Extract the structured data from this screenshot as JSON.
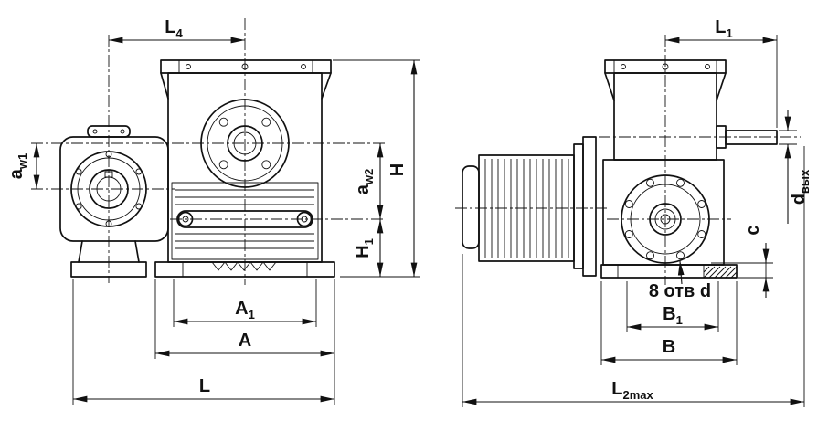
{
  "drawing": {
    "kind": "worm-gear-reducer-dimension-drawing",
    "colors": {
      "line": "#111111",
      "background": "#ffffff"
    }
  },
  "labels": {
    "l4": {
      "main": "L",
      "sub": "4"
    },
    "aw1": {
      "main": "a",
      "sub": "w1"
    },
    "h": {
      "main": "H",
      "sub": ""
    },
    "aw2": {
      "main": "a",
      "sub": "w2"
    },
    "h1": {
      "main": "H",
      "sub": "1"
    },
    "a1": {
      "main": "A",
      "sub": "1"
    },
    "a": {
      "main": "A",
      "sub": ""
    },
    "l": {
      "main": "L",
      "sub": ""
    },
    "l1": {
      "main": "L",
      "sub": "1"
    },
    "dvyh": {
      "main": "d",
      "sub": "вых"
    },
    "c": {
      "main": "c",
      "sub": ""
    },
    "holes": {
      "main": "8 отв d",
      "sub": ""
    },
    "b1": {
      "main": "B",
      "sub": "1"
    },
    "b": {
      "main": "B",
      "sub": ""
    },
    "l2max": {
      "main": "L",
      "sub": "2max"
    }
  }
}
